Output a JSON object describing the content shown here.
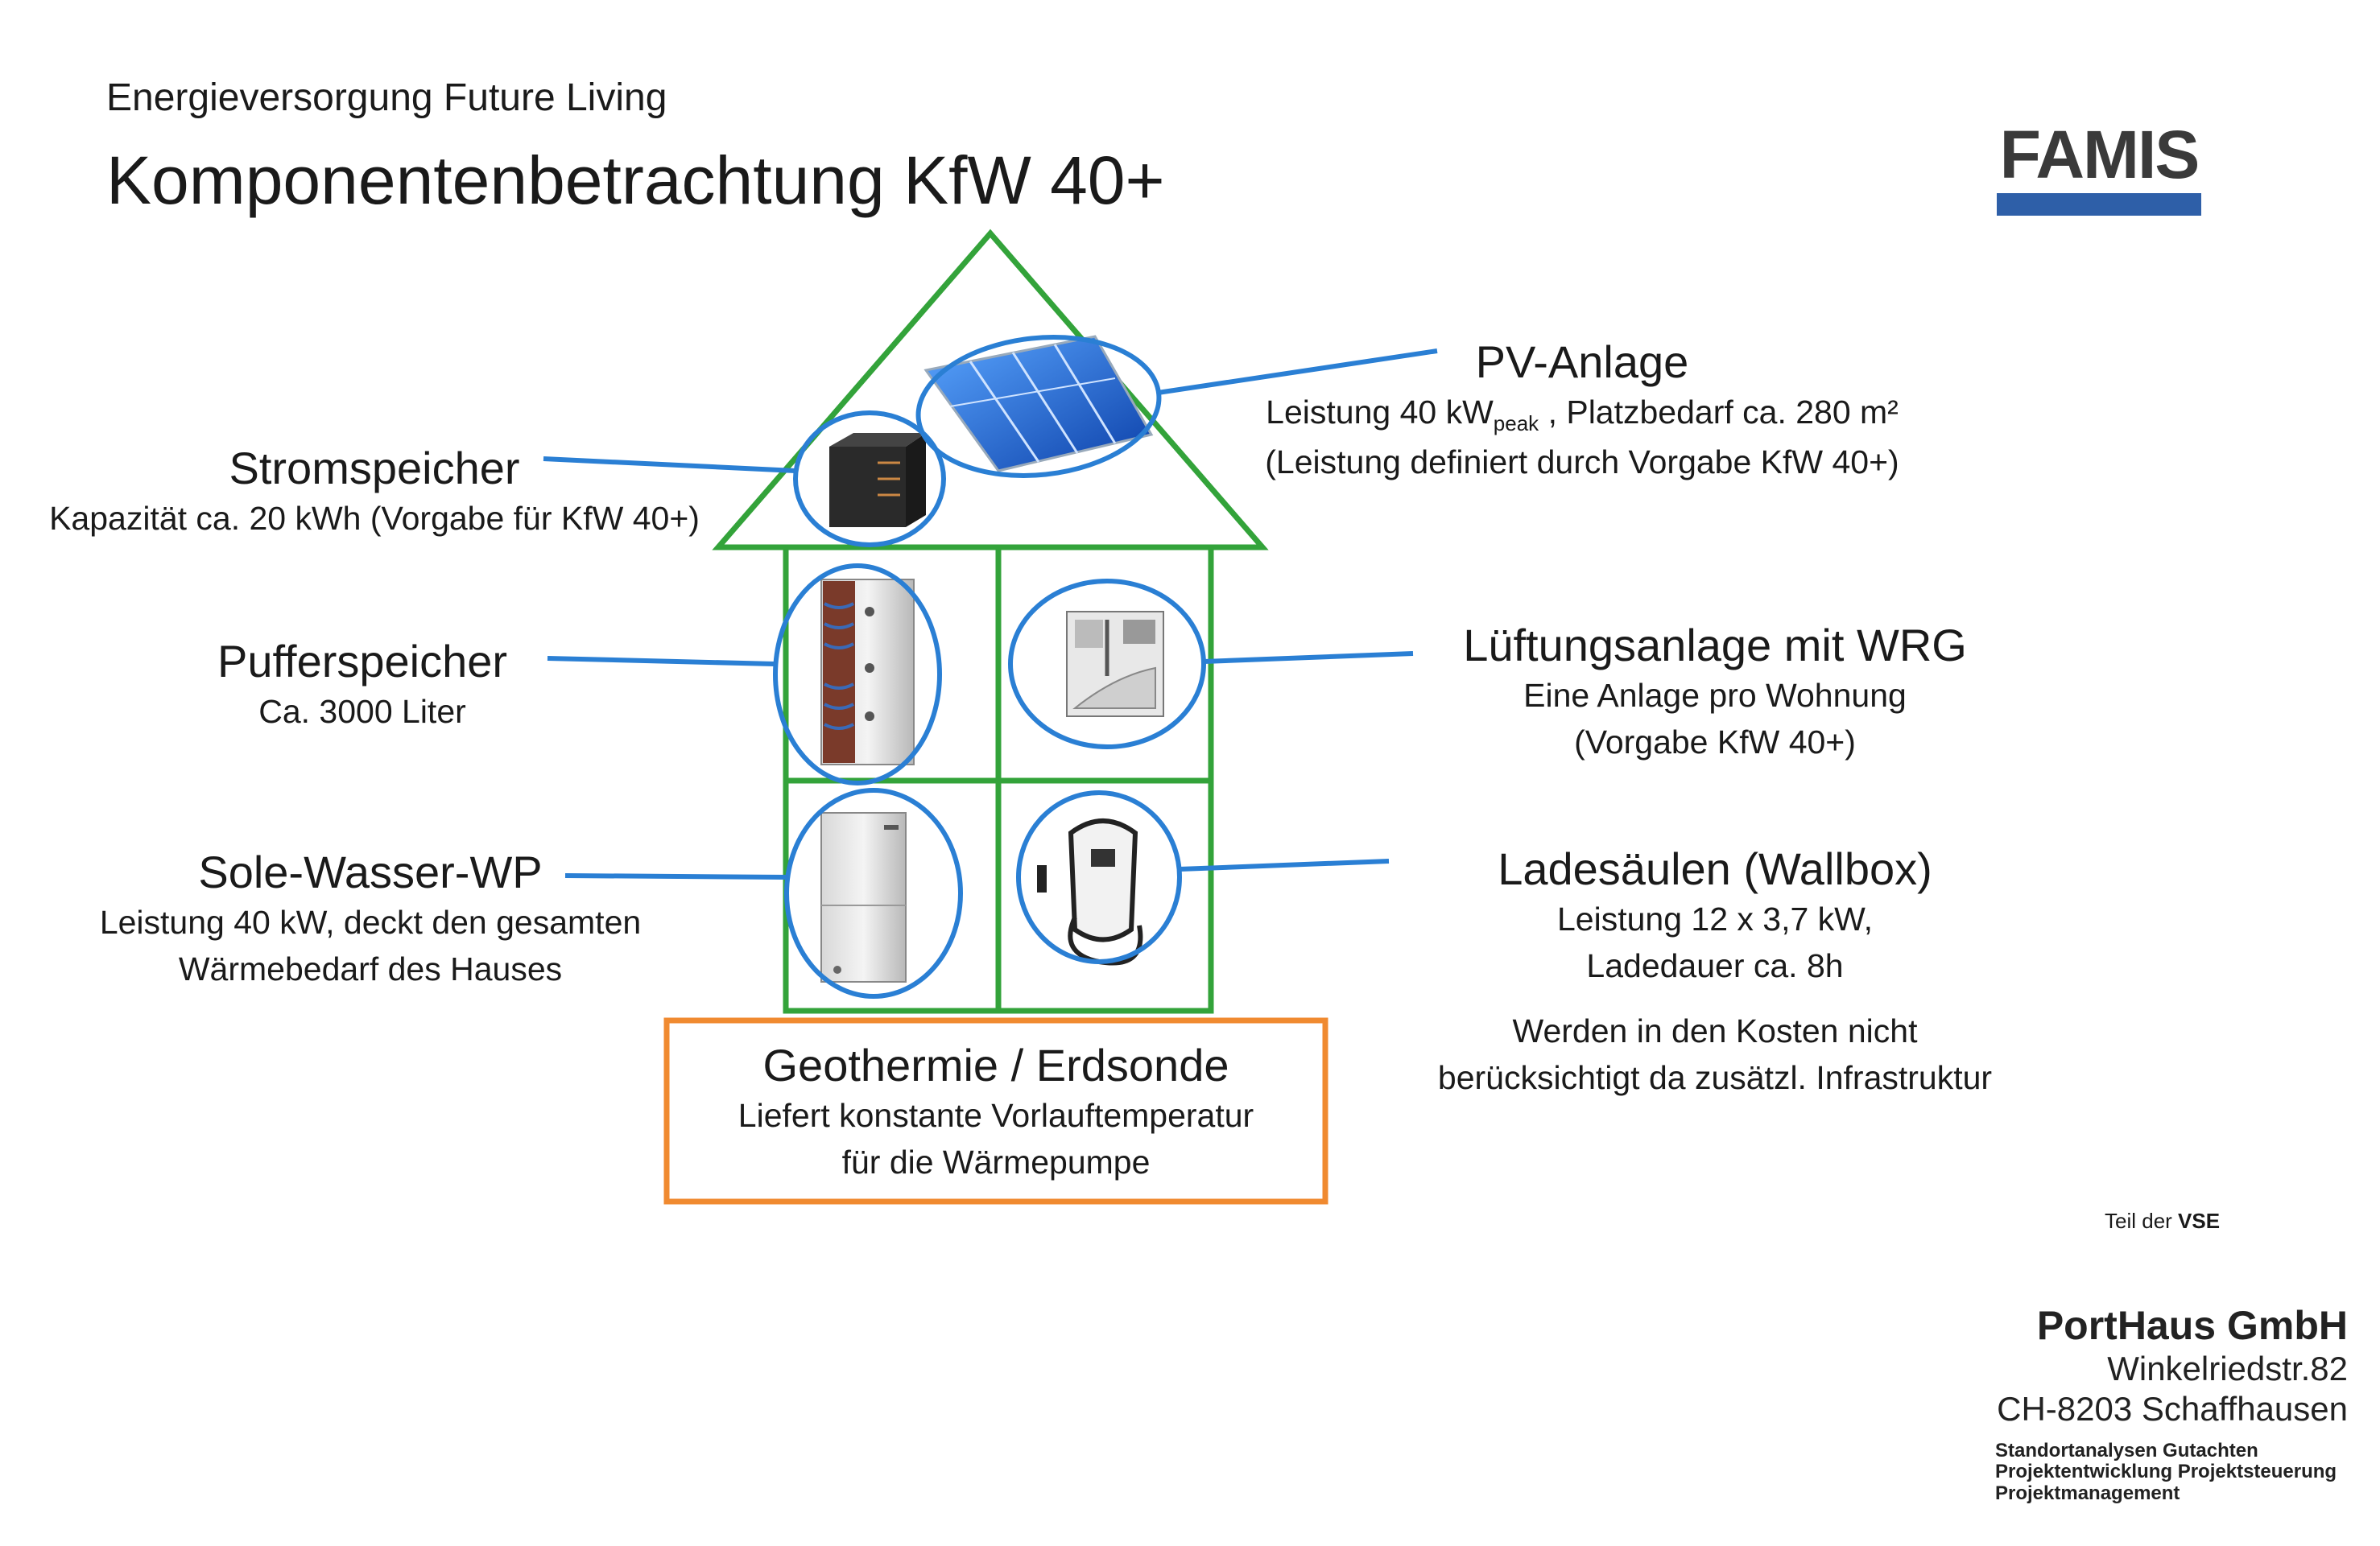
{
  "header": {
    "subtitle": "Energieversorgung Future Living",
    "title": "Komponentenbetrachtung KfW 40+"
  },
  "logo": {
    "text": "FAMIS",
    "color": "#2e5fa8"
  },
  "colors": {
    "house_outline": "#33a33a",
    "callout_lines": "#2a7fd4",
    "geothermal_box": "#f08a30"
  },
  "components": {
    "pv": {
      "title": "PV-Anlage",
      "line1_prefix": "Leistung 40 kW",
      "line1_subscript": "peak",
      "line1_suffix": " , Platzbedarf ca. 280 m²",
      "line2": "(Leistung definiert durch Vorgabe KfW 40+)"
    },
    "stromspeicher": {
      "title": "Stromspeicher",
      "line1": "Kapazität ca. 20 kWh (Vorgabe für KfW 40+)"
    },
    "pufferspeicher": {
      "title": "Pufferspeicher",
      "line1": "Ca. 3000 Liter"
    },
    "lueftung": {
      "title": "Lüftungsanlage mit WRG",
      "line1": "Eine Anlage pro Wohnung",
      "line2": "(Vorgabe KfW 40+)"
    },
    "waermepumpe": {
      "title": "Sole-Wasser-WP",
      "line1": "Leistung 40 kW, deckt den gesamten",
      "line2": "Wärmebedarf des Hauses"
    },
    "ladesaeulen": {
      "title": "Ladesäulen (Wallbox)",
      "line1": "Leistung 12 x 3,7 kW,",
      "line2": "Ladedauer ca. 8h",
      "note1": "Werden in den Kosten nicht",
      "note2": "berücksichtigt da zusätzl. Infrastruktur"
    },
    "geothermie": {
      "title": "Geothermie / Erdsonde",
      "line1": "Liefert konstante Vorlauftemperatur",
      "line2": "für die Wärmepumpe"
    }
  },
  "footer": {
    "teil_prefix": "Teil der ",
    "teil_org": "VSE",
    "company": "PortHaus GmbH",
    "street": "Winkelriedstr.82",
    "city": "CH-8203 Schaffhausen",
    "services": [
      "Standortanalysen  Gutachten",
      "Projektentwicklung  Projektsteuerung",
      "Projektmanagement"
    ]
  }
}
